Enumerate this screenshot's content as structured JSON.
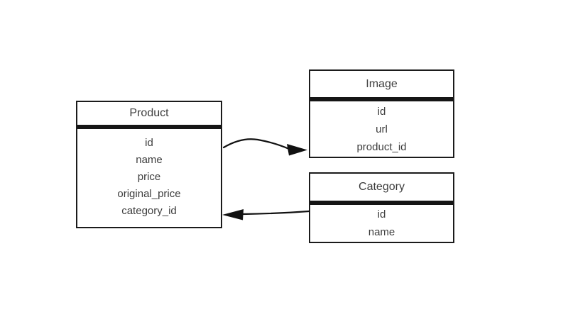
{
  "diagram": {
    "tables": [
      {
        "id": "product",
        "title": "Product",
        "fields": [
          "id",
          "name",
          "price",
          "original_price",
          "category_id"
        ]
      },
      {
        "id": "image",
        "title": "Image",
        "fields": [
          "id",
          "url",
          "product_id"
        ]
      },
      {
        "id": "category",
        "title": "Category",
        "fields": [
          "id",
          "name"
        ]
      }
    ],
    "relations": [
      {
        "from": "Product",
        "to": "Image",
        "description": "arrow from Product right side to Image left side"
      },
      {
        "from": "Category",
        "to": "Product",
        "description": "arrow from Category left side to Product right side"
      }
    ],
    "colors": {
      "border": "#1b1b1b",
      "text": "#3d3d3d",
      "background": "#ffffff",
      "arrow": "#111111"
    }
  }
}
